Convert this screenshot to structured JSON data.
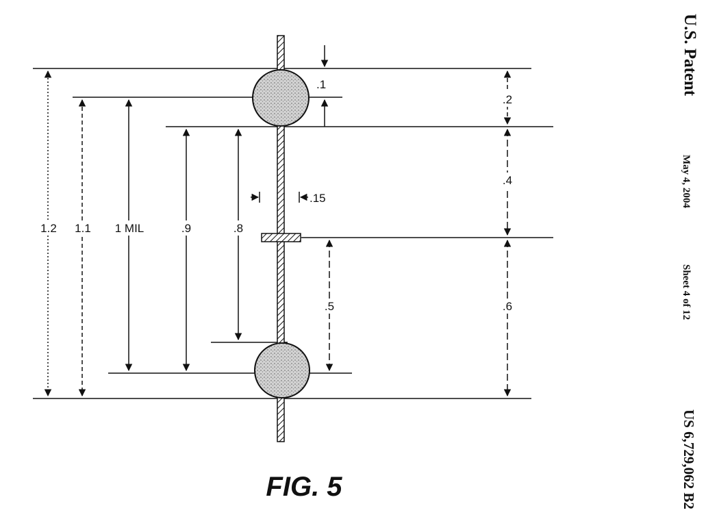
{
  "header": {
    "publisher": "U.S. Patent",
    "date": "May 4, 2004",
    "sheet": "Sheet 4 of 12",
    "patent_number": "US 6,729,062 B2"
  },
  "figure": {
    "caption": "FIG. 5"
  },
  "dimensions": {
    "d_1_2": "1.2",
    "d_1_1": "1.1",
    "d_1_mil": "1 MIL",
    "d_0_9": ".9",
    "d_0_8": ".8",
    "d_0_15": ".15",
    "d_0_1": ".1",
    "d_0_2": ".2",
    "d_0_4": ".4",
    "d_0_5": ".5",
    "d_0_6": ".6"
  }
}
